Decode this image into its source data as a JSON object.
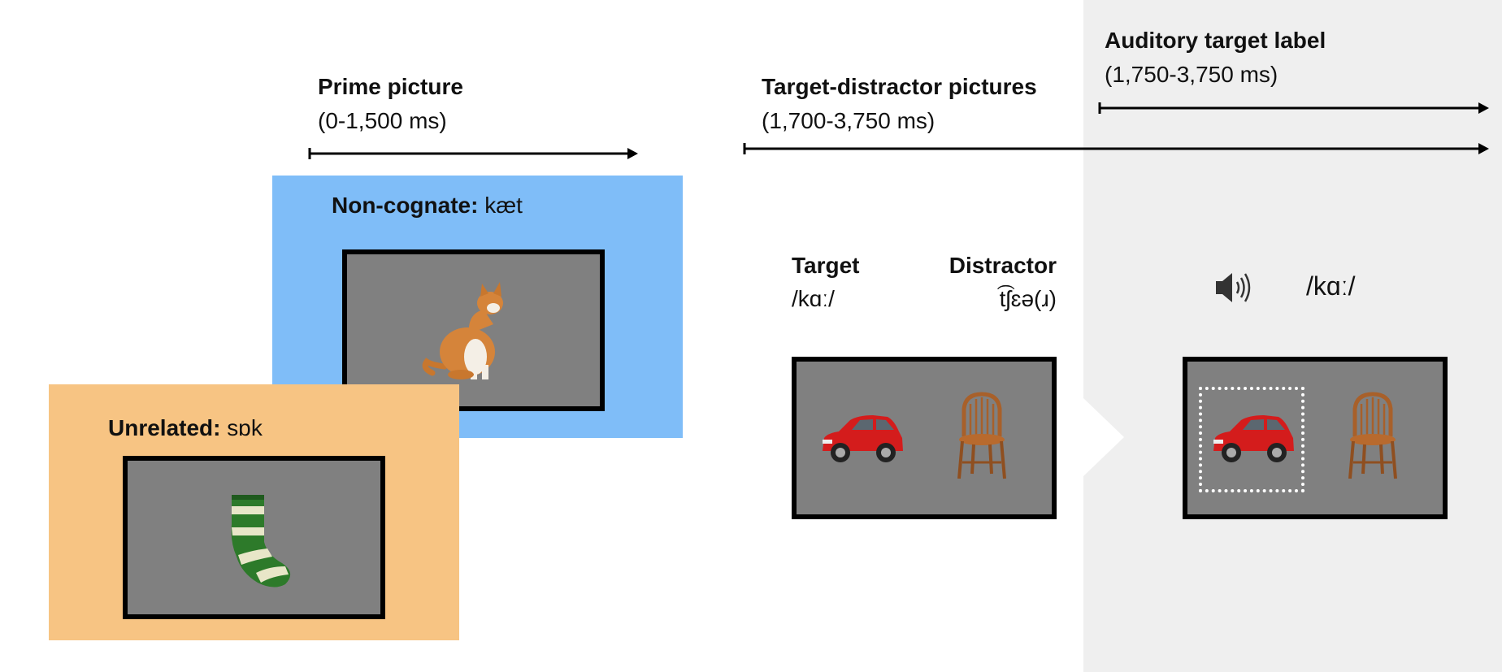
{
  "timeline": {
    "prime": {
      "title": "Prime picture",
      "time": "(0-1,500 ms)"
    },
    "target_distractor": {
      "title": "Target-distractor pictures",
      "time": "(1,700-3,750 ms)"
    },
    "auditory": {
      "title": "Auditory target label",
      "time": "(1,750-3,750 ms)"
    }
  },
  "prime_cards": {
    "non_cognate": {
      "label": "Non-cognate:",
      "word": "kæt",
      "image": "cat",
      "color": "#7fbdf8"
    },
    "unrelated": {
      "label": "Unrelated:",
      "word": "sɒk",
      "image": "sock",
      "color": "#f7c483"
    }
  },
  "display": {
    "target_label": "Target",
    "target_word": "/kɑː/",
    "distractor_label": "Distractor",
    "distractor_word": "t͡ʃɛə(ɹ)",
    "target_image": "car",
    "distractor_image": "chair"
  },
  "auditory_display": {
    "icon": "speaker-icon",
    "spoken_word": "/kɑː/",
    "highlight": "dotted white box around target"
  },
  "colors": {
    "screen": "#808080",
    "panel": "#efefef",
    "arrow": "#000000"
  }
}
